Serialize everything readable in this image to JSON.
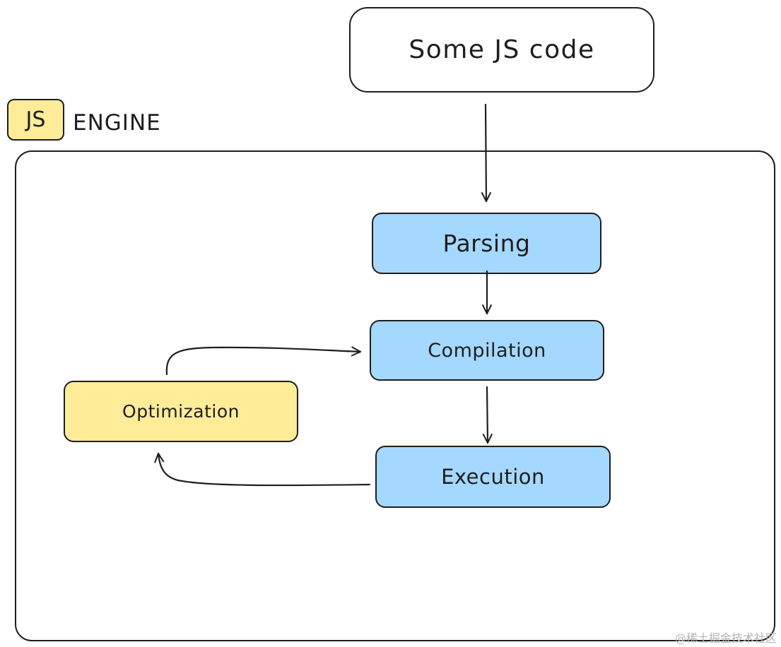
{
  "source": {
    "label": "Some JS code"
  },
  "engine": {
    "badge": "JS",
    "label": "ENGINE"
  },
  "stages": {
    "parsing": "Parsing",
    "compilation": "Compilation",
    "execution": "Execution",
    "optimization": "Optimization"
  },
  "colors": {
    "stroke": "#1e1e1e",
    "stage_fill": "#a5d8ff",
    "highlight_fill": "#ffec99",
    "source_fill": "#ffffff"
  },
  "watermark": "@稀土掘金技术社区"
}
